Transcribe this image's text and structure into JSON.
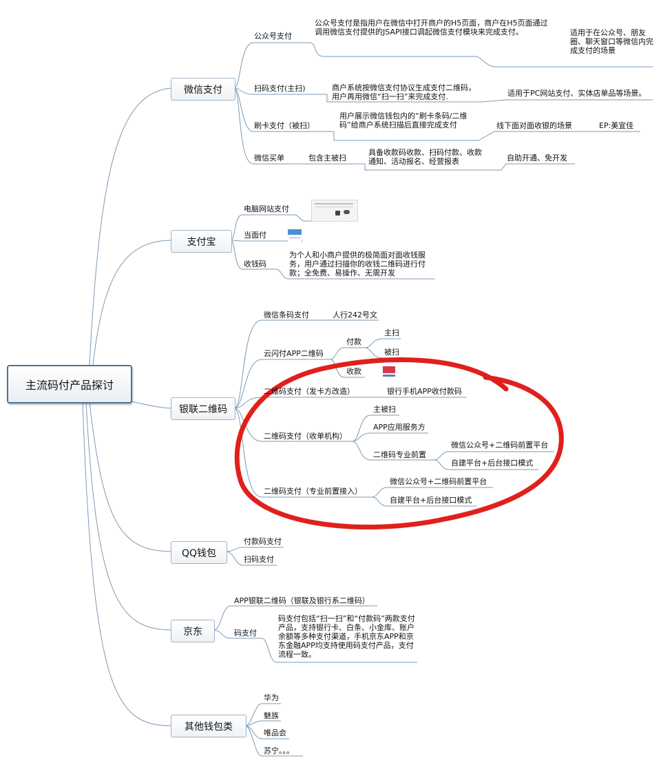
{
  "root": "主流码付产品探讨",
  "branches": {
    "wechat": {
      "label": "微信支付",
      "gzh": {
        "label": "公众号支付",
        "desc": "公众号支付是指用户在微信中打开商户的H5页面，商户在H5页面通过调用微信支付提供的JSAPI接口调起微信支付模块来完成支付。",
        "note": "适用于在公众号、朋友圈、聊天窗口等微信内完成支付的场景"
      },
      "scan": {
        "label": "扫码支付(主扫)",
        "desc": "商户系统按微信支付协议生成支付二维码，用户再用微信“扫一扫”来完成支付.",
        "note": "适用于PC网站支付、实体店单品等场景。"
      },
      "card": {
        "label": "刷卡支付（被扫）",
        "desc": "用户展示微信钱包内的“刷卡条码/二维码”给商户系统扫描后直接完成支付",
        "note": "线下面对面收银的场景",
        "ep": "EP:美宜佳"
      },
      "maidan": {
        "label": "微信买单",
        "sub": "包含主被扫",
        "desc": "具备收款码收款、扫码付款、收款通知、活动报名、经营报表",
        "note": "自助开通、免开发"
      }
    },
    "alipay": {
      "label": "支付宝",
      "pc": "电脑网站支付",
      "dmf": "当面付",
      "sqm": {
        "label": "收钱码",
        "desc": "为个人和小商户提供的极简面对面收钱服务，用户通过扫描你的收钱二维码进行付款；全免费、易操作、无需开发"
      }
    },
    "unionpay": {
      "label": "银联二维码",
      "wxtm": {
        "label": "微信条码支付",
        "sub": "人行242号文"
      },
      "ysf": {
        "label": "云闪付APP二维码",
        "fk": "付款",
        "zhu": "主扫",
        "bei": "被扫",
        "sk": "收款"
      },
      "fkf": {
        "label": "二维码支付（发卡方改造）",
        "sub": "银行手机APP收付款码"
      },
      "sdjg": {
        "label": "二维码支付（收单机构）",
        "zbs": "主被扫",
        "app": "APP应用服务方",
        "qz": "二维码专业前置",
        "qz1": "微信公众号+二维码前置平台",
        "qz2": "自建平台+后台接口模式"
      },
      "zyqz": {
        "label": "二维码支付（专业前置接入）",
        "a": "微信公众号+二维码前置平台",
        "b": "自建平台+后台接口模式"
      }
    },
    "qq": {
      "label": "QQ钱包",
      "a": "付款码支付",
      "b": "扫码支付"
    },
    "jd": {
      "label": "京东",
      "app": "APP银联二维码（银联及银行系二维码）",
      "code": "码支付",
      "desc": "码支付包括“扫一扫”和“付款码”两款支付产品，支持银行卡、白条、小金库、账户余额等多种支付渠道，手机京东APP和京东金融APP均支持使用码支付产品，支付流程一致。"
    },
    "other": {
      "label": "其他钱包类",
      "a": "华为",
      "b": "魅族",
      "c": "唯品会",
      "d": "苏宁。。。"
    }
  },
  "colors": {
    "line": "#7a9ab6",
    "boxBorder": "#9fb2c4",
    "rootBorder": "#4e7393",
    "highlight": "#e0201c"
  }
}
